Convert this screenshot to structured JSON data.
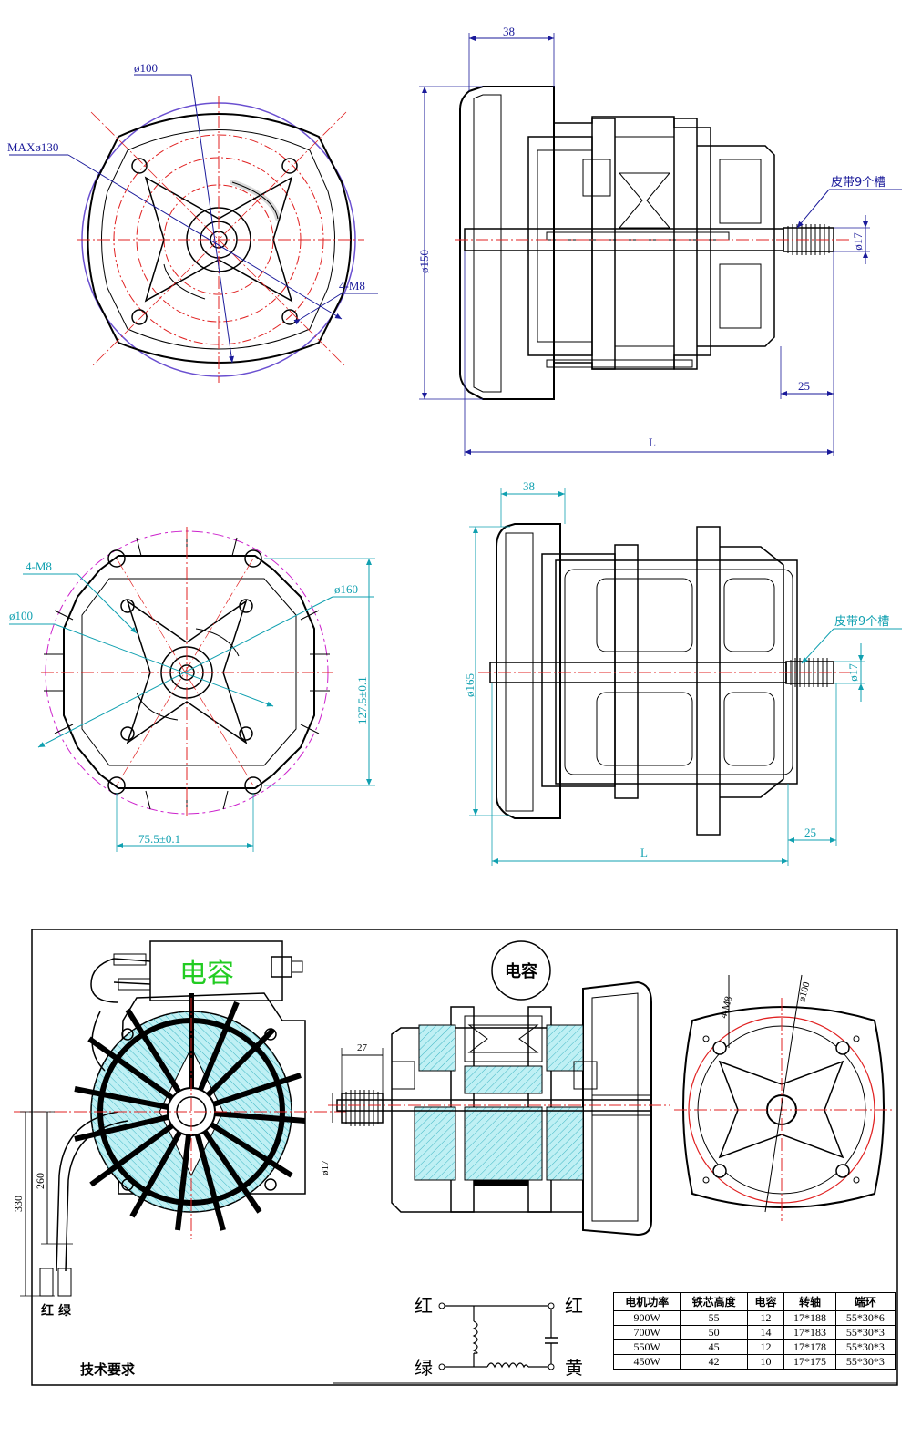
{
  "top": {
    "d100": "ø100",
    "maxd130": "MAXø130",
    "m8": "4-M8",
    "w38": "38",
    "d150": "ø150",
    "belt": "皮带9个槽",
    "d17": "ø17",
    "w25": "25",
    "L": "L"
  },
  "mid": {
    "m8": "4-M8",
    "d100": "ø100",
    "d160": "ø160",
    "h127": "127.5±0.1",
    "w75": "75.5±0.1",
    "w38": "38",
    "d165": "ø165",
    "belt": "皮带9个槽",
    "d17": "ø17",
    "w25": "25",
    "L": "L"
  },
  "bottom": {
    "cap_green": "电容",
    "cap_circle": "电容",
    "w27": "27",
    "d17": "ø17",
    "h260": "260",
    "h330": "330",
    "wire_red": "红",
    "wire_green": "绿",
    "m8": "4-M8",
    "d100": "ø100",
    "tech": "技术要求"
  },
  "wiring": {
    "red_left": "红",
    "red_right": "红",
    "green": "绿",
    "yellow": "黄"
  },
  "spec_table": {
    "headers": [
      "电机功率",
      "铁芯高度",
      "电容",
      "转轴",
      "端环"
    ],
    "rows": [
      [
        "900W",
        "55",
        "12",
        "17*188",
        "55*30*6"
      ],
      [
        "700W",
        "50",
        "14",
        "17*183",
        "55*30*3"
      ],
      [
        "550W",
        "45",
        "12",
        "17*178",
        "55*30*3"
      ],
      [
        "450W",
        "42",
        "10",
        "17*175",
        "55*30*3"
      ]
    ]
  },
  "colors": {
    "line": "#000000",
    "center": "#e02020",
    "dim_blue": "#1a1a9a",
    "dim_cyan": "#10a0b0",
    "hatch": "#7fd8e0",
    "capacitor_text": "#22cc22",
    "outline_purple": "#6a4fd0"
  }
}
